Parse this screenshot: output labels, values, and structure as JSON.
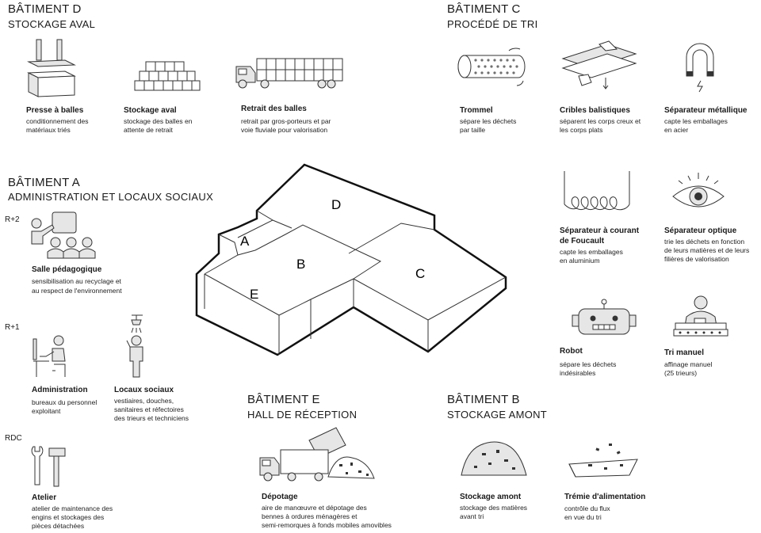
{
  "buildings": {
    "d": {
      "title": "BÂTIMENT D",
      "subtitle": "STOCKAGE AVAL"
    },
    "c": {
      "title": "BÂTIMENT C",
      "subtitle": "PROCÉDÉ DE TRI"
    },
    "a": {
      "title": "BÂTIMENT A",
      "subtitle": "ADMINISTRATION ET LOCAUX SOCIAUX"
    },
    "e": {
      "title": "BÂTIMENT E",
      "subtitle": "HALL DE RÉCEPTION"
    },
    "b": {
      "title": "BÂTIMENT B",
      "subtitle": "STOCKAGE AMONT"
    }
  },
  "levels": {
    "r2": "R+2",
    "r1": "R+1",
    "rdc": "RDC"
  },
  "items": {
    "presse": {
      "title": "Presse à balles",
      "l1": "conditionnement des",
      "l2": "matériaux triés"
    },
    "stockage_aval": {
      "title": "Stockage aval",
      "l1": "stockage des balles en",
      "l2": "attente de retrait"
    },
    "retrait": {
      "title": "Retrait des balles",
      "l1": "retrait par gros-porteurs et par",
      "l2": "voie fluviale pour valorisation"
    },
    "trommel": {
      "title": "Trommel",
      "l1": "sépare les déchets",
      "l2": "par taille"
    },
    "cribles": {
      "title": "Cribles balistiques",
      "l1": "séparent les corps creux et",
      "l2": "les corps plats"
    },
    "metallique": {
      "title": "Séparateur métallique",
      "l1": "capte les emballages",
      "l2": "en acier"
    },
    "foucault": {
      "title1": "Séparateur à courant",
      "title2": "de Foucault",
      "l1": "capte les emballages",
      "l2": "en aluminium"
    },
    "optique": {
      "title": "Séparateur optique",
      "l1": "trie les déchets en fonction",
      "l2": "de leurs matières et de leurs",
      "l3": "filières de valorisation"
    },
    "robot": {
      "title": "Robot",
      "l1": "sépare les déchets",
      "l2": "indésirables"
    },
    "manuel": {
      "title": "Tri manuel",
      "l1": "affinage manuel",
      "l2": "(25 trieurs)"
    },
    "salle": {
      "title": "Salle pédagogique",
      "l1": "sensibilisation au recyclage et",
      "l2": "au respect de l'environnement"
    },
    "administration": {
      "title": "Administration",
      "l1": "bureaux du personnel",
      "l2": "exploitant"
    },
    "locaux": {
      "title": "Locaux sociaux",
      "l1": "vestiaires, douches,",
      "l2": "sanitaires et réfectoires",
      "l3": "des trieurs et techniciens"
    },
    "atelier": {
      "title": "Atelier",
      "l1": "atelier de maintenance des",
      "l2": "engins et stockages des",
      "l3": "pièces détachées"
    },
    "depotage": {
      "title": "Dépotage",
      "l1": "aire de manœuvre et dépotage des",
      "l2": "bennes à ordures ménagères et",
      "l3": "semi-remorques à fonds mobiles amovibles"
    },
    "stockage_amont": {
      "title": "Stockage amont",
      "l1": "stockage des matières",
      "l2": "avant tri"
    },
    "tremie": {
      "title": "Trémie d'alimentation",
      "l1": "contrôle du flux",
      "l2": "en vue du tri"
    }
  },
  "plan_labels": {
    "a": "A",
    "b": "B",
    "c": "C",
    "d": "D",
    "e": "E"
  },
  "icons": [
    "baling-press-icon",
    "stacked-bales-icon",
    "truck-icon",
    "trommel-icon",
    "ballistic-screen-icon",
    "magnet-icon",
    "eddy-current-icon",
    "eye-icon",
    "robot-icon",
    "manual-sorter-icon",
    "classroom-icon",
    "office-worker-icon",
    "shower-icon",
    "tools-icon",
    "garbage-truck-icon",
    "waste-pile-icon",
    "hopper-icon"
  ]
}
